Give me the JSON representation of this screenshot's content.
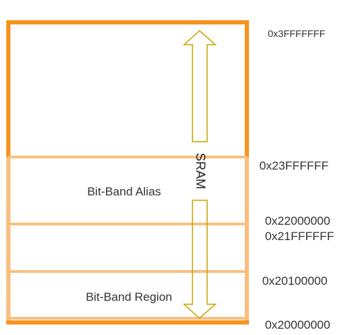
{
  "colors": {
    "outer_border": "#F7931E",
    "inner_border": "#F9BF7F",
    "arrow_stroke": "#C8A400",
    "background": "#FFFFFF",
    "text": "#333333"
  },
  "regions": {
    "alias_label": "Bit-Band Alias",
    "region_label": "Bit-Band Region",
    "sram_label": "SRAM"
  },
  "addresses": {
    "top": "0x3FFFFFFF",
    "alias_end": "0x23FFFFFF",
    "alias_start": "0x22000000",
    "gap_end": "0x21FFFFFF",
    "region_end": "0x20100000",
    "base": "0x20000000"
  }
}
